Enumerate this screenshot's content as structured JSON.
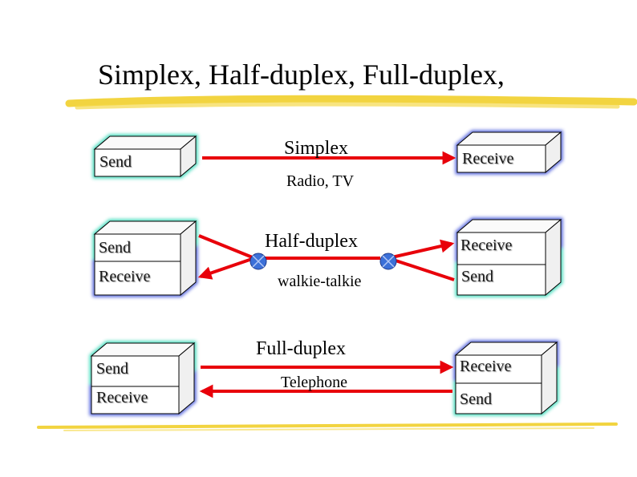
{
  "title": "Simplex, Half-duplex, Full-duplex,",
  "rows": [
    {
      "mode": "Simplex",
      "example": "Radio, TV",
      "left": {
        "top": "Send"
      },
      "right": {
        "top": "Receive"
      }
    },
    {
      "mode": "Half-duplex",
      "example": "walkie-talkie",
      "left": {
        "top": "Send",
        "bottom": "Receive"
      },
      "right": {
        "top": "Receive",
        "bottom": "Send"
      }
    },
    {
      "mode": "Full-duplex",
      "example": "Telephone",
      "left": {
        "top": "Send",
        "bottom": "Receive"
      },
      "right": {
        "top": "Receive",
        "bottom": "Send"
      }
    }
  ],
  "colors": {
    "arrow": "#e8000a",
    "box_send": "#2ad7b4",
    "box_receive": "#3c50d8",
    "highlighter": "#f0cc1e",
    "node": "#3c70d8"
  }
}
